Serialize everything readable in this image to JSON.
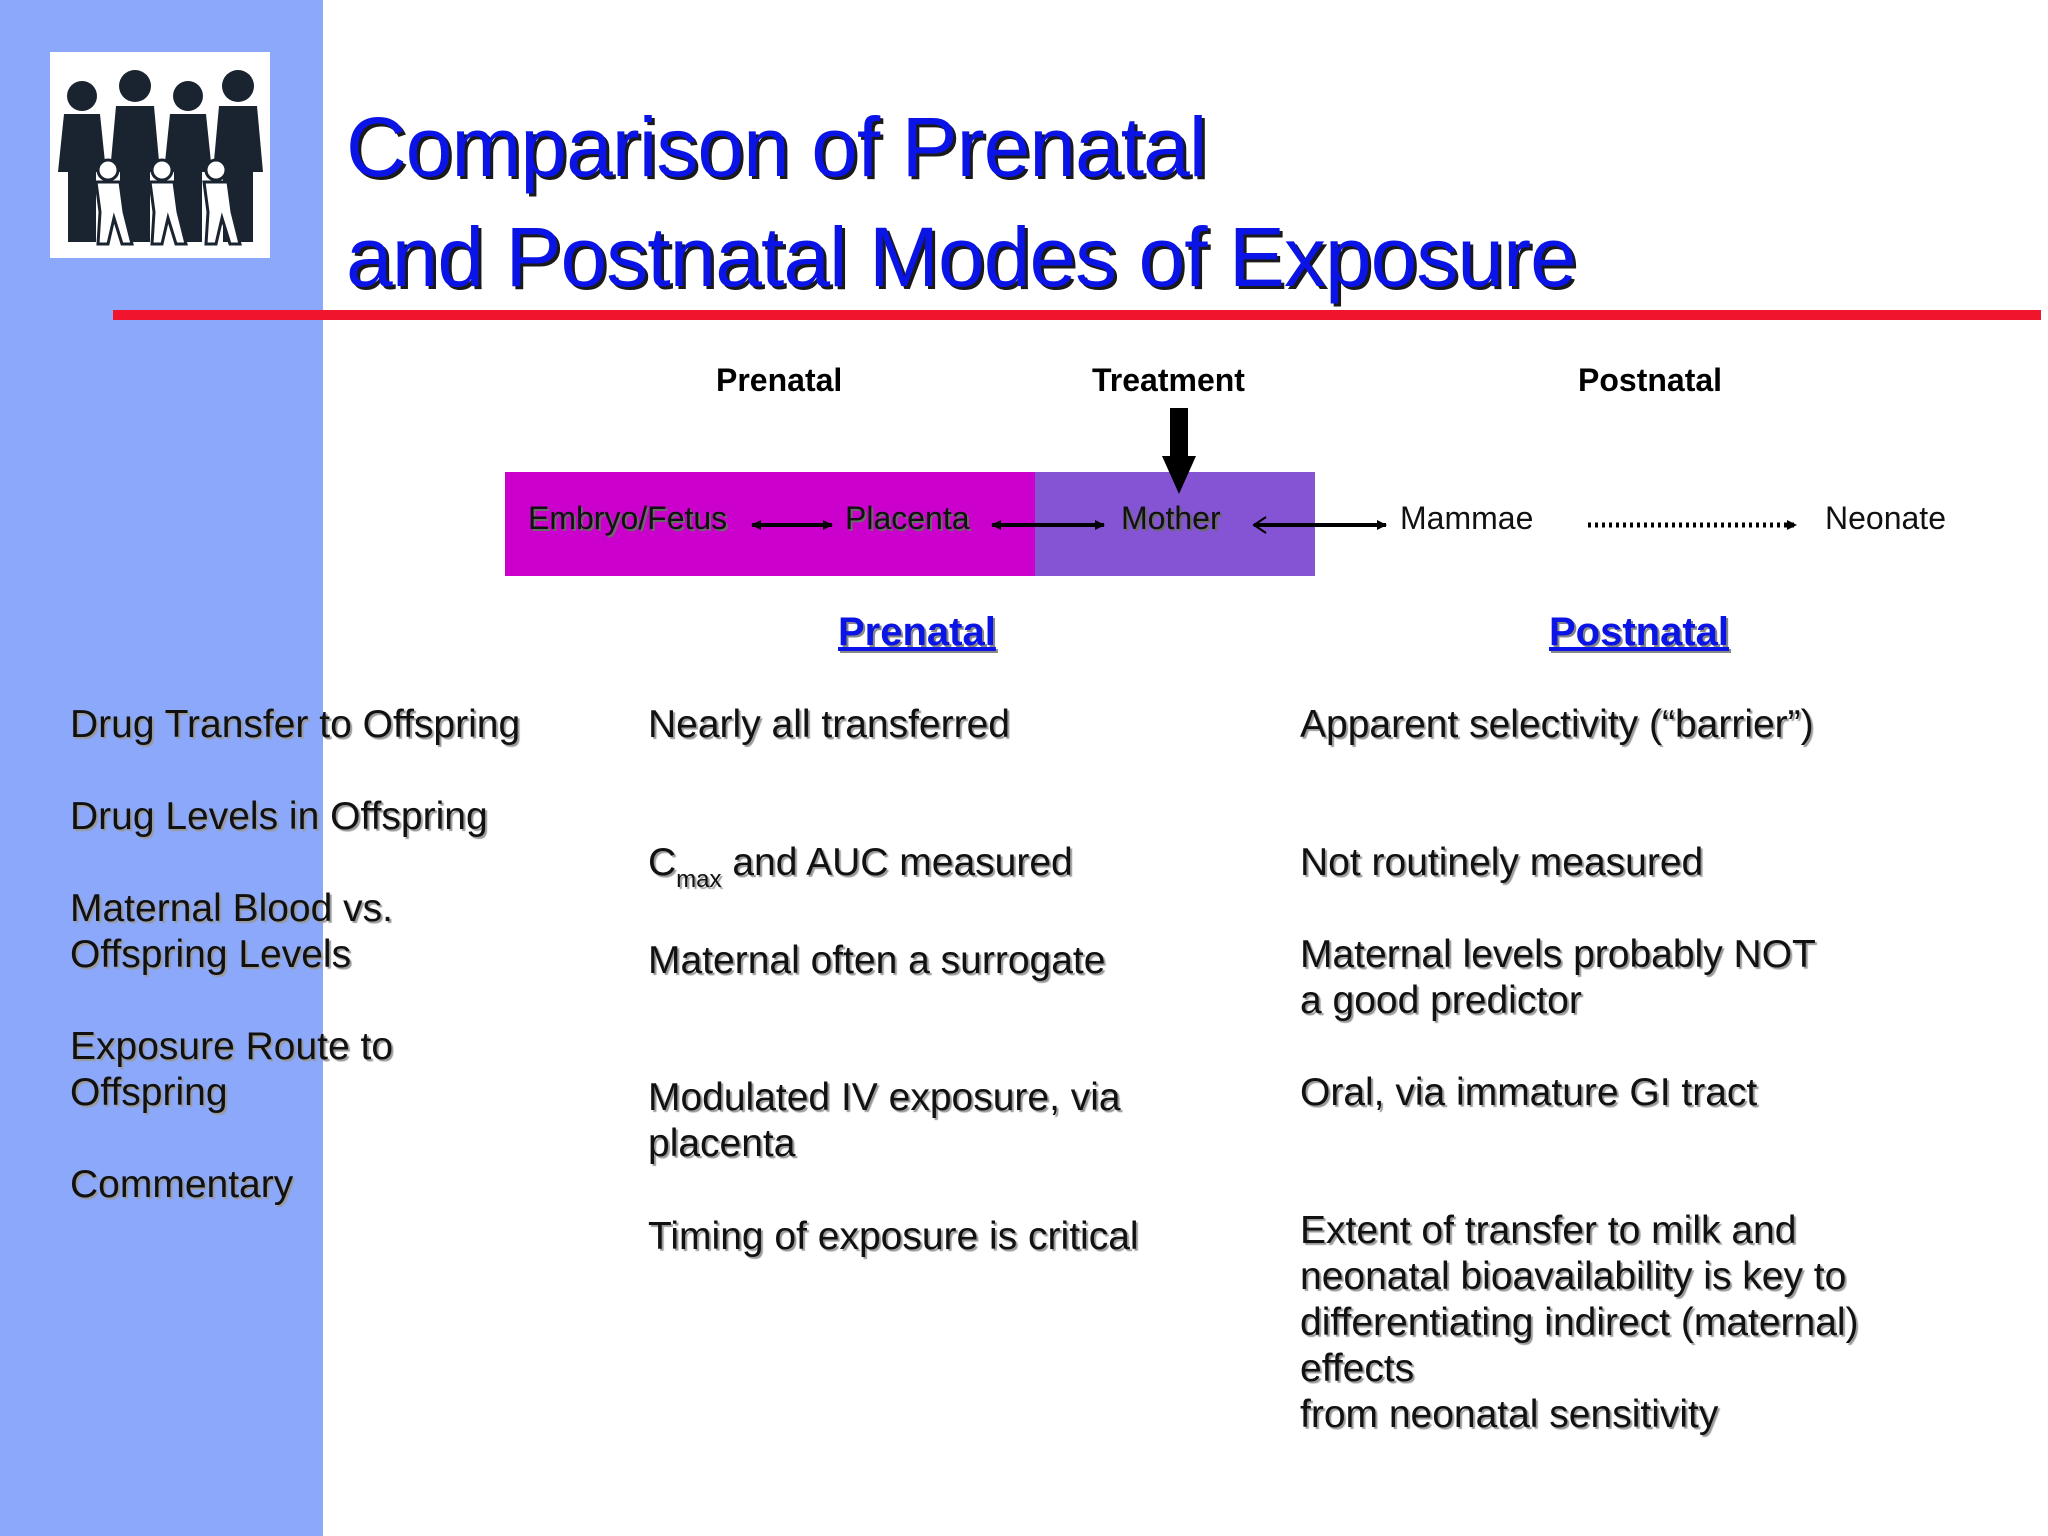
{
  "slide": {
    "title_lines": [
      "Comparison of Prenatal",
      "and Postnatal Modes of Exposure"
    ],
    "accent_color": "#0b14e6",
    "rule_color": "#f0142c",
    "sidebar_color": "#8ca8fa"
  },
  "logo": {
    "icon": "family-figures-icon"
  },
  "diagram": {
    "stage_labels": {
      "prenatal": "Prenatal",
      "treatment": "Treatment",
      "postnatal": "Postnatal"
    },
    "nodes": {
      "embryo": "Embryo/Fetus",
      "placenta": "Placenta",
      "mother": "Mother",
      "mammae": "Mammae",
      "neonate": "Neonate"
    },
    "band_colors": {
      "prenatal": "#cc00cc",
      "mother": "#8454d4"
    }
  },
  "table": {
    "col_headers": {
      "prenatal": "Prenatal",
      "postnatal": "Postnatal"
    },
    "row_labels": [
      [
        "Drug Transfer to Offspring"
      ],
      [
        "Drug Levels in Offspring"
      ],
      [
        "Maternal Blood vs.",
        "Offspring Levels"
      ],
      [
        "Exposure Route to",
        "Offspring"
      ],
      [
        "Commentary"
      ]
    ],
    "prenatal": {
      "transfer": "Nearly all transferred",
      "levels": {
        "c": "C",
        "sub": "max",
        "rest": " and AUC measured"
      },
      "maternal": "Maternal often a surrogate",
      "route": [
        "Modulated IV exposure, via",
        "placenta"
      ],
      "commentary": "Timing of exposure is critical"
    },
    "postnatal": {
      "transfer": "Apparent selectivity (“barrier”)",
      "levels": "Not routinely measured",
      "maternal": [
        "Maternal levels probably NOT",
        "a good predictor"
      ],
      "route": "Oral, via immature GI tract",
      "commentary": [
        "Extent of transfer to milk and",
        "neonatal bioavailability is key to",
        "differentiating indirect (maternal)",
        "effects",
        "from neonatal sensitivity"
      ]
    }
  }
}
